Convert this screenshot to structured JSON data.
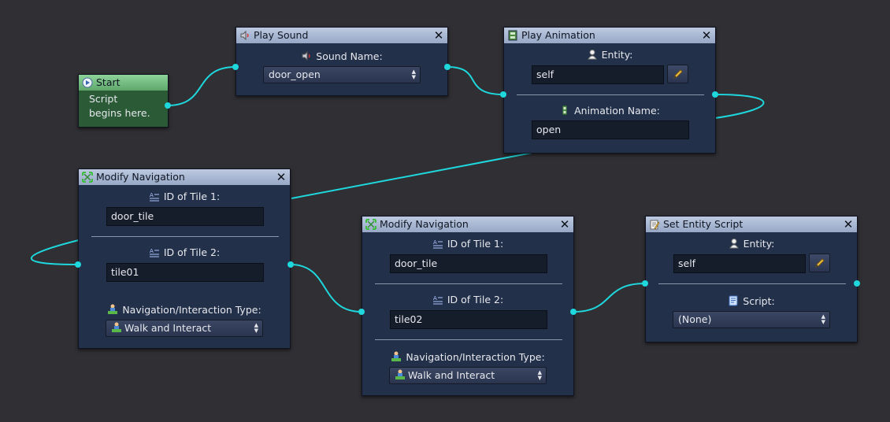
{
  "colors": {
    "wire": "#1ed8dd",
    "node_bg": "#23304a",
    "start_bg": "#2b5a36",
    "canvas": "#2f2f34"
  },
  "start": {
    "title": "Start",
    "icon": "play-icon",
    "line1": "Script",
    "line2": "begins here."
  },
  "play_sound": {
    "title": "Play Sound",
    "icon": "speaker-icon",
    "sound_label": "Sound Name:",
    "sound_value": "door_open"
  },
  "play_animation": {
    "title": "Play Animation",
    "icon": "film-icon",
    "entity_label": "Entity:",
    "entity_value": "self",
    "animation_label": "Animation Name:",
    "animation_value": "open"
  },
  "nav1": {
    "title": "Modify Navigation",
    "icon": "navigation-icon",
    "tile1_label": "ID of Tile 1:",
    "tile1_value": "door_tile",
    "tile2_label": "ID of Tile 2:",
    "tile2_value": "tile01",
    "type_label": "Navigation/Interaction Type:",
    "type_value": "Walk and Interact"
  },
  "nav2": {
    "title": "Modify Navigation",
    "icon": "navigation-icon",
    "tile1_label": "ID of Tile 1:",
    "tile1_value": "door_tile",
    "tile2_label": "ID of Tile 2:",
    "tile2_value": "tile02",
    "type_label": "Navigation/Interaction Type:",
    "type_value": "Walk and Interact"
  },
  "set_script": {
    "title": "Set Entity Script",
    "icon": "script-edit-icon",
    "entity_label": "Entity:",
    "entity_value": "self",
    "script_label": "Script:",
    "script_value": "(None)"
  }
}
